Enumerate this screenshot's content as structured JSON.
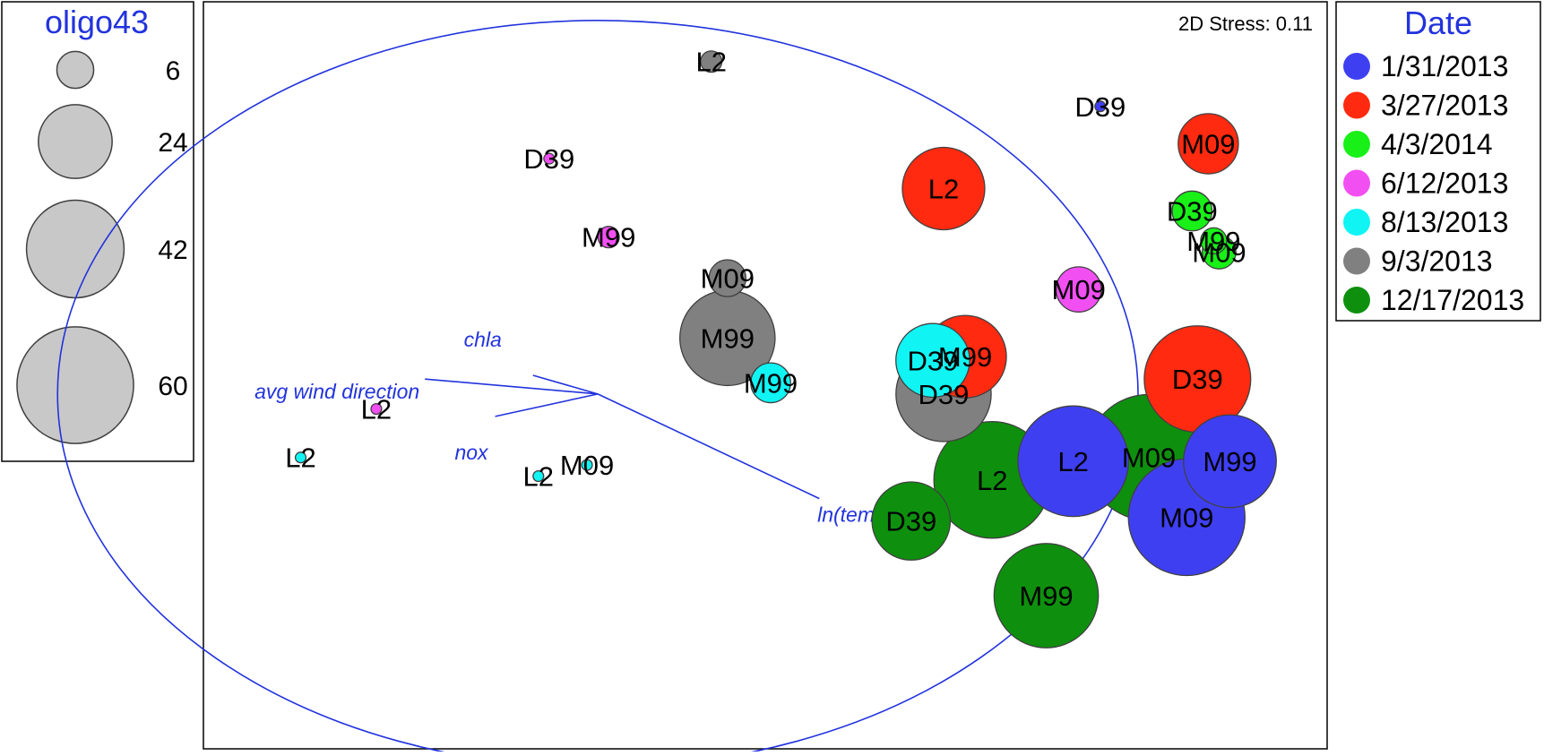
{
  "chart_data": {
    "type": "scatter",
    "title": "",
    "stress_label": "2D Stress: 0.11",
    "size_legend": {
      "title": "oligo43",
      "entries": [
        {
          "label": "6",
          "value": 6
        },
        {
          "label": "24",
          "value": 24
        },
        {
          "label": "42",
          "value": 42
        },
        {
          "label": "60",
          "value": 60
        }
      ]
    },
    "color_legend": {
      "title": "Date",
      "placement": "right",
      "entries": [
        {
          "label": "1/31/2013",
          "color": "#3f3ff2"
        },
        {
          "label": "3/27/2013",
          "color": "#ff2a10"
        },
        {
          "label": "4/3/2014",
          "color": "#18f018"
        },
        {
          "label": "6/12/2013",
          "color": "#f24ff2"
        },
        {
          "label": "8/13/2013",
          "color": "#10f4f4"
        },
        {
          "label": "9/3/2013",
          "color": "#808080"
        },
        {
          "label": "12/17/2013",
          "color": "#0e900e"
        }
      ]
    },
    "vectors": {
      "origin": [
        -0.13,
        -0.05
      ],
      "circle_radius": 1.0,
      "items": [
        {
          "label": "chla",
          "x": -0.25,
          "y": 0.0
        },
        {
          "label": "avg wind direction",
          "x": -0.45,
          "y": -0.01
        },
        {
          "label": "nox",
          "x": -0.32,
          "y": -0.11
        },
        {
          "label": "ln(temp)",
          "x": 0.28,
          "y": -0.33
        }
      ]
    },
    "points": [
      {
        "label": "L2",
        "date": "9/3/2013",
        "x": 0.08,
        "y": 0.84,
        "size": 2
      },
      {
        "label": "D39",
        "date": "6/12/2013",
        "x": -0.22,
        "y": 0.58,
        "size": 0.5
      },
      {
        "label": "M99",
        "date": "6/12/2013",
        "x": -0.11,
        "y": 0.37,
        "size": 2
      },
      {
        "label": "M09",
        "date": "9/3/2013",
        "x": 0.11,
        "y": 0.26,
        "size": 6
      },
      {
        "label": "M99",
        "date": "9/3/2013",
        "x": 0.11,
        "y": 0.1,
        "size": 40
      },
      {
        "label": "M99",
        "date": "8/13/2013",
        "x": 0.19,
        "y": -0.02,
        "size": 7
      },
      {
        "label": "L2",
        "date": "6/12/2013",
        "x": -0.54,
        "y": -0.09,
        "size": 0.5
      },
      {
        "label": "L2",
        "date": "8/13/2013",
        "x": -0.68,
        "y": -0.22,
        "size": 0.5
      },
      {
        "label": "M09",
        "date": "8/13/2013",
        "x": -0.15,
        "y": -0.24,
        "size": 0.5
      },
      {
        "label": "L2",
        "date": "8/13/2013",
        "x": -0.24,
        "y": -0.27,
        "size": 0.5
      },
      {
        "label": "L2",
        "date": "3/27/2013",
        "x": 0.51,
        "y": 0.5,
        "size": 30
      },
      {
        "label": "D39",
        "date": "8/13/2013",
        "x": 0.49,
        "y": 0.04,
        "size": 24
      },
      {
        "label": "M99",
        "date": "3/27/2013",
        "x": 0.55,
        "y": 0.05,
        "size": 30
      },
      {
        "label": "D39",
        "date": "9/3/2013",
        "x": 0.51,
        "y": -0.05,
        "size": 40
      },
      {
        "label": "D39",
        "date": "1/31/2013",
        "x": 0.8,
        "y": 0.72,
        "size": 0.5
      },
      {
        "label": "M09",
        "date": "3/27/2013",
        "x": 1.0,
        "y": 0.62,
        "size": 16
      },
      {
        "label": "D39",
        "date": "4/3/2014",
        "x": 0.97,
        "y": 0.44,
        "size": 7
      },
      {
        "label": "M99",
        "date": "4/3/2014",
        "x": 1.01,
        "y": 0.36,
        "size": 3
      },
      {
        "label": "M09",
        "date": "4/3/2014",
        "x": 1.02,
        "y": 0.33,
        "size": 5
      },
      {
        "label": "M09",
        "date": "6/12/2013",
        "x": 0.76,
        "y": 0.23,
        "size": 9
      },
      {
        "label": "D39",
        "date": "3/27/2013",
        "x": 0.98,
        "y": -0.01,
        "size": 50
      },
      {
        "label": "L2",
        "date": "12/17/2013",
        "x": 0.6,
        "y": -0.28,
        "size": 60
      },
      {
        "label": "L2",
        "date": "1/31/2013",
        "x": 0.75,
        "y": -0.23,
        "size": 54
      },
      {
        "label": "M09",
        "date": "12/17/2013",
        "x": 0.89,
        "y": -0.22,
        "size": 70
      },
      {
        "label": "M99",
        "date": "1/31/2013",
        "x": 1.04,
        "y": -0.23,
        "size": 38
      },
      {
        "label": "M09",
        "date": "1/31/2013",
        "x": 0.96,
        "y": -0.38,
        "size": 60
      },
      {
        "label": "D39",
        "date": "12/17/2013",
        "x": 0.45,
        "y": -0.39,
        "size": 27
      },
      {
        "label": "M99",
        "date": "12/17/2013",
        "x": 0.7,
        "y": -0.59,
        "size": 48
      }
    ],
    "xlim": [
      -0.86,
      1.22
    ],
    "ylim": [
      -1.0,
      1.0
    ],
    "grid": false,
    "outline_color": "#404040",
    "accent_color": "#2233dd"
  }
}
